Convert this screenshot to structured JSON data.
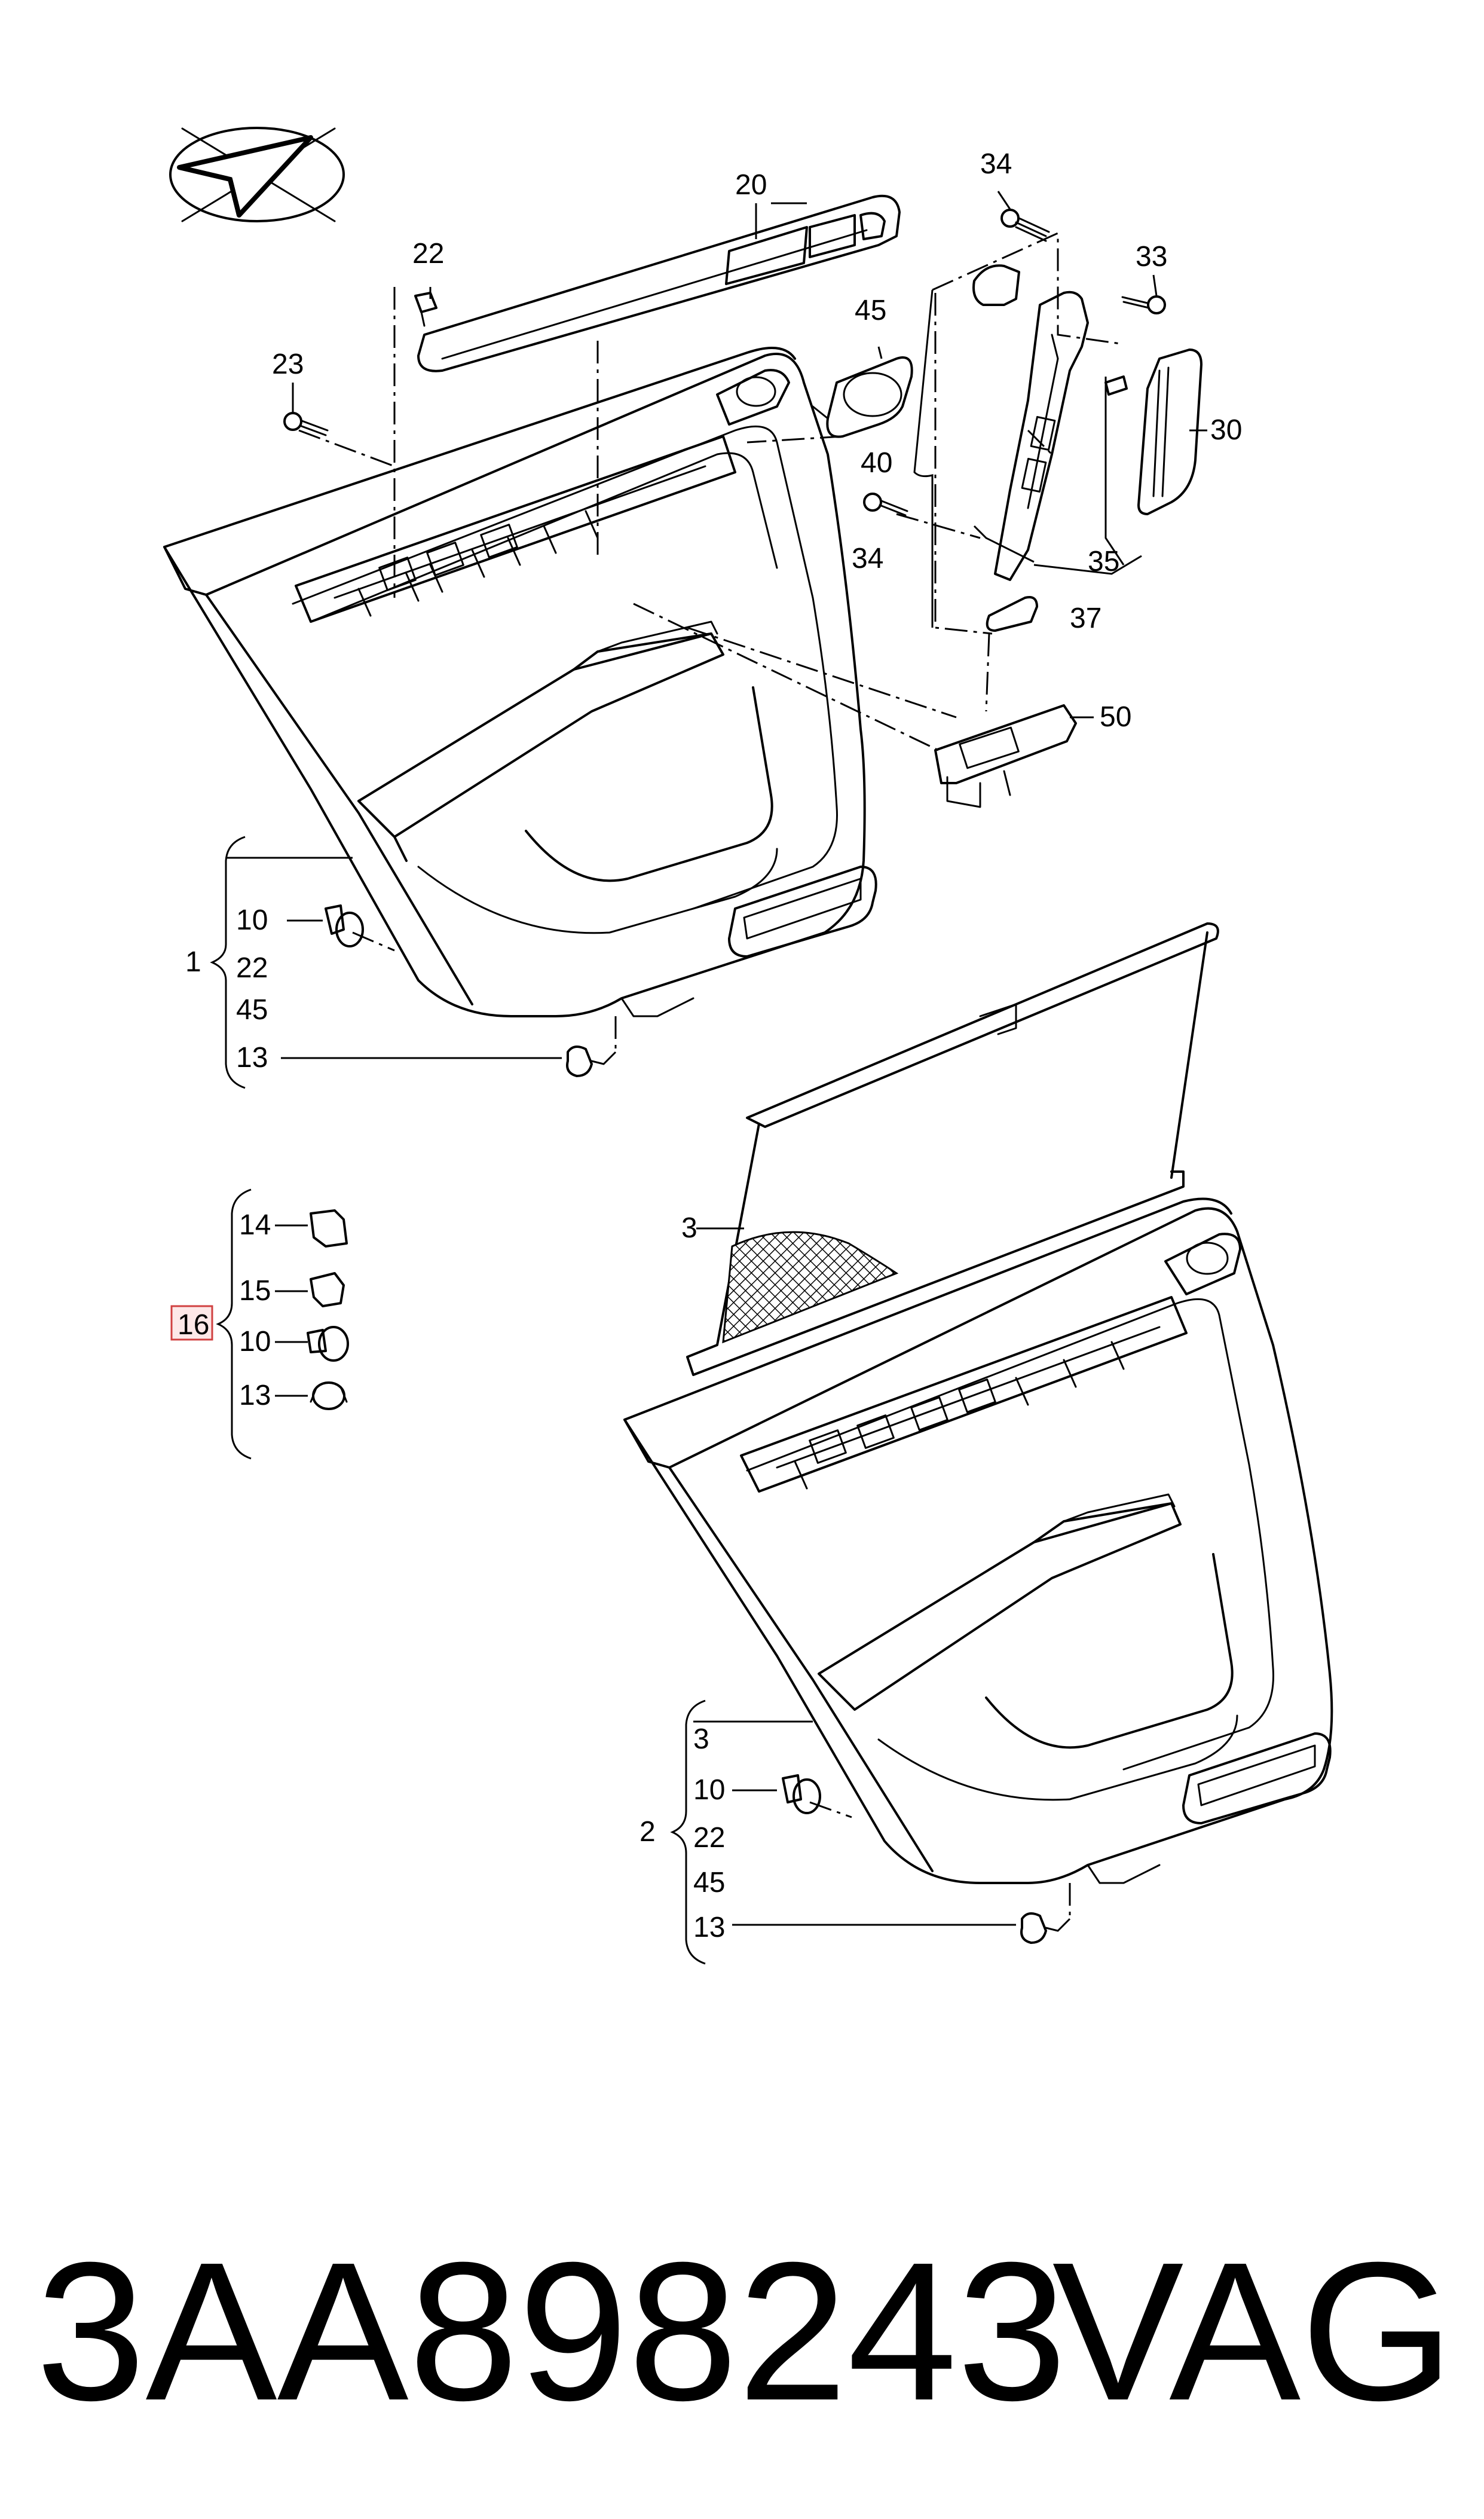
{
  "labels": {
    "l20": "20",
    "l22a": "22",
    "l23": "23",
    "l34a": "34",
    "l33": "33",
    "l45a": "45",
    "l30": "30",
    "l40": "40",
    "l34b": "34",
    "l35": "35",
    "l37": "37",
    "l50": "50",
    "g1": "1",
    "g1_10": "10",
    "g1_22": "22",
    "g1_45": "45",
    "g1_13": "13",
    "g16": "16",
    "g16_14": "14",
    "g16_15": "15",
    "g16_10": "10",
    "g16_13": "13",
    "l3": "3",
    "g2": "2",
    "g2_3": "3",
    "g2_10": "10",
    "g2_22": "22",
    "g2_45": "45",
    "g2_13": "13"
  },
  "footer": {
    "part_number": "3AA898243",
    "brand": "VAG"
  },
  "icons": {
    "direction": "forward-arrow-icon"
  },
  "colors": {
    "highlight_box": "#d04040",
    "ink": "#000000"
  }
}
